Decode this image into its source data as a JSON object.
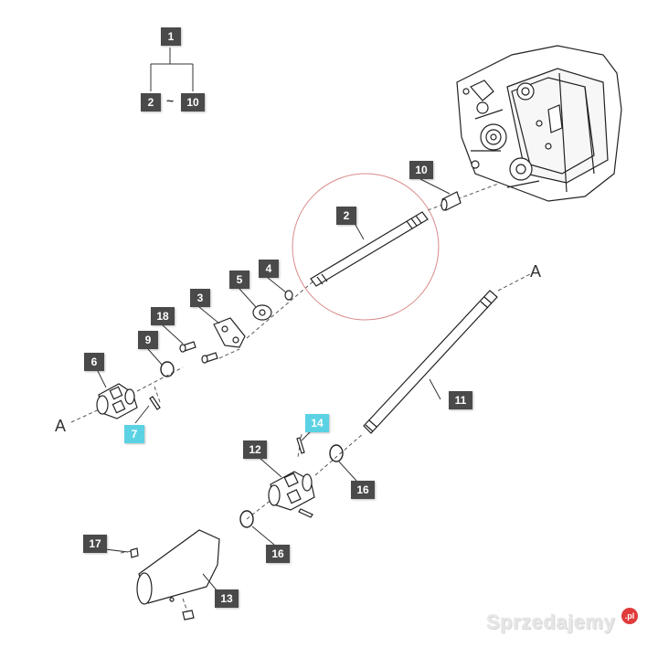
{
  "diagram": {
    "hierarchy": {
      "parent": "1",
      "range_start": "2",
      "range_separator": "~",
      "range_end": "10"
    },
    "callouts": [
      {
        "id": "c2",
        "label": "2"
      },
      {
        "id": "c3",
        "label": "3"
      },
      {
        "id": "c4",
        "label": "4"
      },
      {
        "id": "c5",
        "label": "5"
      },
      {
        "id": "c6",
        "label": "6"
      },
      {
        "id": "c7",
        "label": "7",
        "highlighted": true
      },
      {
        "id": "c9",
        "label": "9"
      },
      {
        "id": "c10",
        "label": "10"
      },
      {
        "id": "c11",
        "label": "11"
      },
      {
        "id": "c12",
        "label": "12"
      },
      {
        "id": "c13",
        "label": "13"
      },
      {
        "id": "c14",
        "label": "14",
        "highlighted": true
      },
      {
        "id": "c16a",
        "label": "16"
      },
      {
        "id": "c16b",
        "label": "16"
      },
      {
        "id": "c17",
        "label": "17"
      },
      {
        "id": "c18",
        "label": "18"
      }
    ],
    "connector_labels": {
      "left": "A",
      "right": "A"
    }
  },
  "watermark": {
    "text": "Sprzedajemy",
    "badge": ".pl"
  },
  "colors": {
    "callout_bg": "#4a4a4a",
    "highlight_bg": "#5bd2e4",
    "circle": "#d98a8a",
    "line": "#333333"
  }
}
